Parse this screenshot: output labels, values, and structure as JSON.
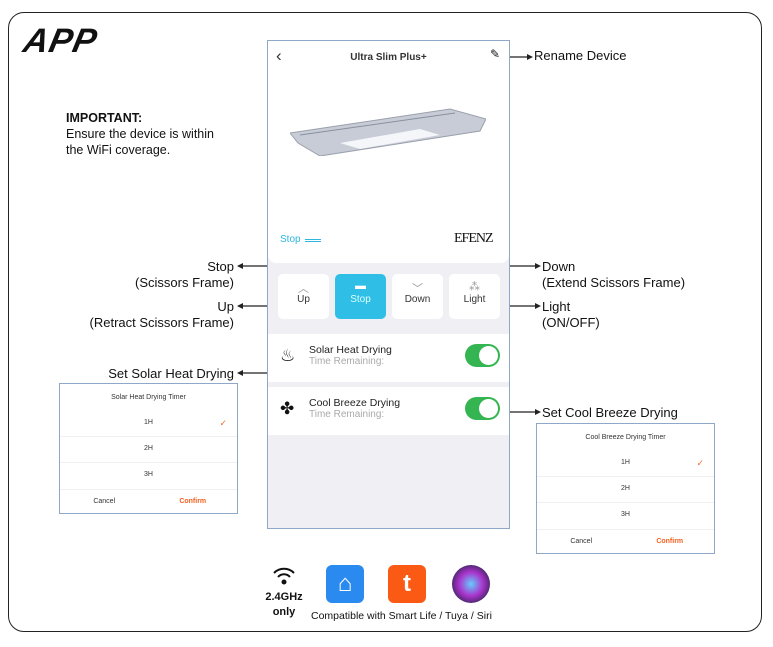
{
  "logo": "APP",
  "important": {
    "title": "IMPORTANT:",
    "line1": "Ensure the device is within",
    "line2": "the WiFi coverage."
  },
  "phone": {
    "title": "Ultra Slim Plus+",
    "status": "Stop",
    "brand": "EFENZ",
    "buttons": [
      {
        "label": "Up"
      },
      {
        "label": "Stop"
      },
      {
        "label": "Down"
      },
      {
        "label": "Light"
      }
    ],
    "modes": [
      {
        "name": "Solar Heat Drying",
        "sub": "Time Remaining:",
        "on": true
      },
      {
        "name": "Cool Breeze Drying",
        "sub": "Time Remaining:",
        "on": true
      }
    ]
  },
  "annotations": {
    "rename": "Rename Device",
    "stop": "Stop",
    "stop_sub": "(Scissors Frame)",
    "up": "Up",
    "up_sub": "(Retract Scissors Frame)",
    "down": "Down",
    "down_sub": "(Extend Scissors Frame)",
    "light": "Light",
    "light_sub": "(ON/OFF)",
    "solar": "Set Solar Heat Drying",
    "cool": "Set Cool Breeze Drying"
  },
  "popups": [
    {
      "title": "Solar Heat Drying Timer",
      "options": [
        "1H",
        "2H",
        "3H"
      ],
      "selected": "1H",
      "cancel": "Cancel",
      "confirm": "Confirm"
    },
    {
      "title": "Cool Breeze Drying Timer",
      "options": [
        "1H",
        "2H",
        "3H"
      ],
      "selected": "1H",
      "cancel": "Cancel",
      "confirm": "Confirm"
    }
  ],
  "footer": {
    "wifi1": "2.4GHz",
    "wifi2": "only",
    "compat": "Compatible with Smart Life / Tuya / Siri"
  },
  "colors": {
    "accent": "#2ebee6",
    "toggle": "#34b552",
    "confirm": "#f06020"
  }
}
